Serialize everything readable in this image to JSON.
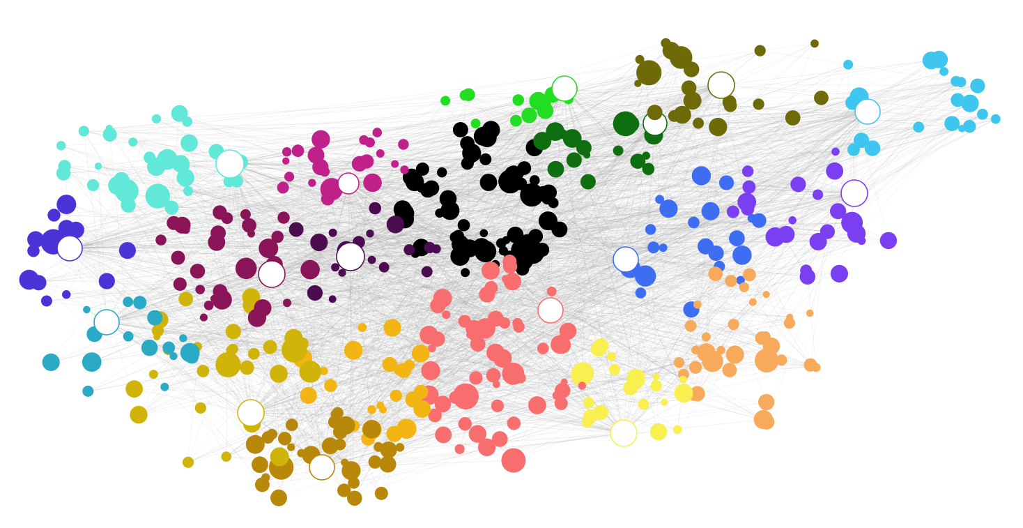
{
  "graph": {
    "background": "#ffffff",
    "edge_color": "#9a9a9a",
    "communities": [
      {
        "name": "black",
        "color": "#000000",
        "node_count": 70,
        "hub_count": 0
      },
      {
        "name": "bright-green",
        "color": "#22dd22",
        "node_count": 12,
        "hub_count": 1
      },
      {
        "name": "dark-green",
        "color": "#0f6e0f",
        "node_count": 16,
        "hub_count": 1
      },
      {
        "name": "olive",
        "color": "#6e6a08",
        "node_count": 24,
        "hub_count": 1
      },
      {
        "name": "sky-blue",
        "color": "#3ec6ee",
        "node_count": 20,
        "hub_count": 1
      },
      {
        "name": "violet",
        "color": "#7a3ff0",
        "node_count": 24,
        "hub_count": 1
      },
      {
        "name": "royal-blue",
        "color": "#3d6ef2",
        "node_count": 22,
        "hub_count": 1
      },
      {
        "name": "light-orange",
        "color": "#f7aa5c",
        "node_count": 34,
        "hub_count": 0
      },
      {
        "name": "yellow",
        "color": "#f8f050",
        "node_count": 22,
        "hub_count": 1
      },
      {
        "name": "salmon",
        "color": "#f86e6e",
        "node_count": 60,
        "hub_count": 1
      },
      {
        "name": "amber",
        "color": "#f2b514",
        "node_count": 24,
        "hub_count": 0
      },
      {
        "name": "dark-gold",
        "color": "#b8880a",
        "node_count": 32,
        "hub_count": 1
      },
      {
        "name": "mustard",
        "color": "#d0b40a",
        "node_count": 30,
        "hub_count": 1
      },
      {
        "name": "teal",
        "color": "#2aaac4",
        "node_count": 16,
        "hub_count": 1
      },
      {
        "name": "indigo",
        "color": "#4a34d8",
        "node_count": 14,
        "hub_count": 1
      },
      {
        "name": "aquamarine",
        "color": "#62e8d8",
        "node_count": 30,
        "hub_count": 1
      },
      {
        "name": "magenta",
        "color": "#c0208a",
        "node_count": 22,
        "hub_count": 1
      },
      {
        "name": "plum",
        "color": "#8a1458",
        "node_count": 30,
        "hub_count": 1
      },
      {
        "name": "deep-purple",
        "color": "#4c0c50",
        "node_count": 18,
        "hub_count": 1
      }
    ]
  }
}
